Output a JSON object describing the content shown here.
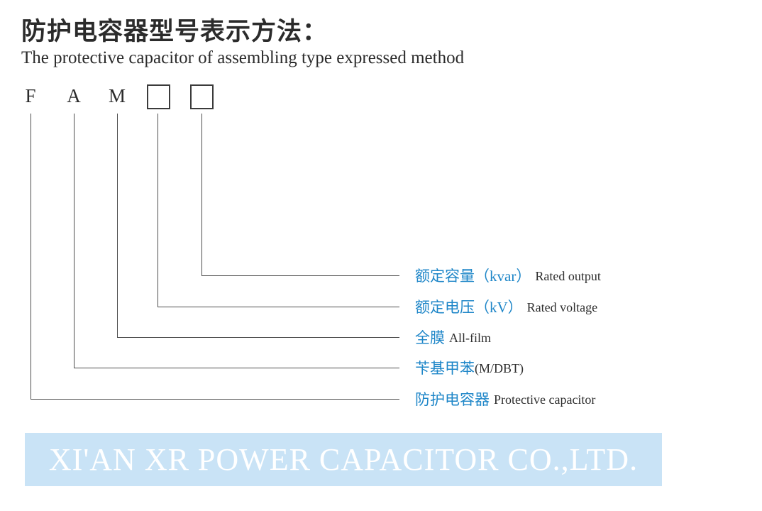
{
  "header": {
    "title_zh": "防护电容器型号表示方法：",
    "subtitle_en": "The protective capacitor of assembling type expressed method"
  },
  "code": {
    "letters": [
      "F",
      "A",
      "M"
    ],
    "boxes": [
      "",
      ""
    ]
  },
  "labels": [
    {
      "blue": "额定容量（kvar）",
      "black": "Rated output"
    },
    {
      "blue": "额定电压（kV）",
      "black": "Rated voltage"
    },
    {
      "blue": "全膜",
      "black": "All-film"
    },
    {
      "blue": "苄基甲苯",
      "black": "(M/DBT)"
    },
    {
      "blue": "防护电容器",
      "black": "Protective capacitor"
    }
  ],
  "banner": {
    "company": "XI'AN XR POWER CAPACITOR CO.,LTD."
  },
  "colors": {
    "accent_blue": "#1e86c8",
    "banner_bg": "#c9e3f6",
    "line": "#4d4d4d",
    "text_dark": "#2e2e2e"
  }
}
